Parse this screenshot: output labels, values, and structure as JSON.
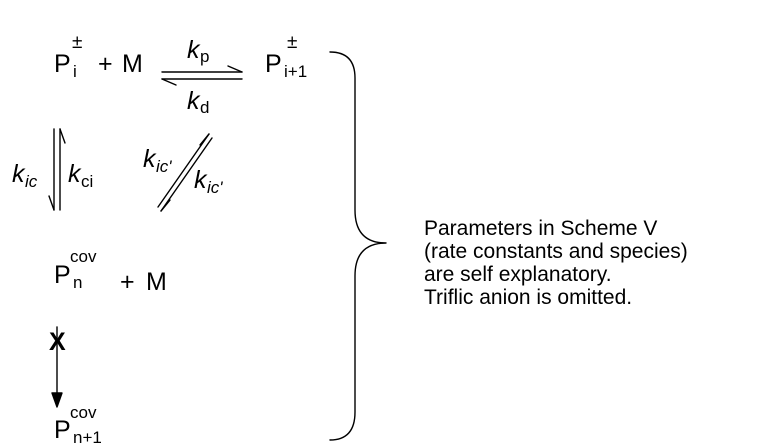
{
  "scheme": {
    "row1": {
      "left_base": "P",
      "left_sub": "i",
      "left_charge": "±",
      "plus": "+",
      "monomer": "M",
      "k_forward_base": "k",
      "k_forward_sub": "p",
      "k_reverse_base": "k",
      "k_reverse_sub": "d",
      "right_base": "P",
      "right_sub": "i+1",
      "right_charge": "±"
    },
    "left_equilibrium": {
      "k_down_base": "k",
      "k_down_sub": "ic",
      "k_up_base": "k",
      "k_up_sub": "ci"
    },
    "diagonal_equilibrium": {
      "k_upper_base": "k",
      "k_upper_sub": "ic'",
      "k_lower_base": "k",
      "k_lower_sub": "ic'"
    },
    "row3": {
      "base": "P",
      "sub": "n",
      "sup": "cov",
      "plus": "+",
      "monomer": "M"
    },
    "blocked_mark": "X",
    "row4": {
      "base": "P",
      "sub": "n+1",
      "sup": "cov"
    }
  },
  "note": {
    "lines": [
      "Parameters in  Scheme V",
      "(rate constants and species)",
      "are self explanatory.",
      "Triflic anion is omitted."
    ]
  }
}
